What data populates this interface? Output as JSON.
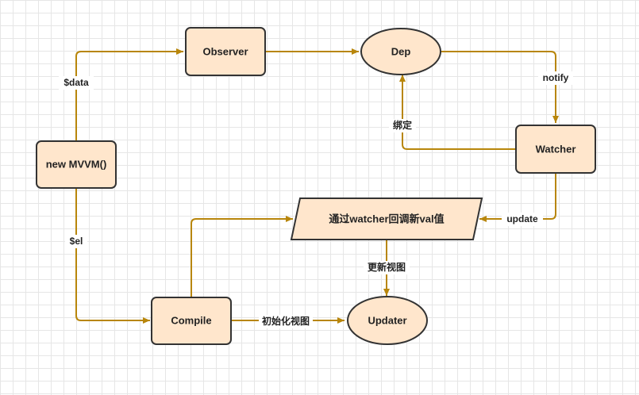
{
  "colors": {
    "node_fill": "#ffe6cc",
    "node_stroke": "#333333",
    "edge": "#b8860b"
  },
  "nodes": {
    "observer": "Observer",
    "dep": "Dep",
    "watcher": "Watcher",
    "mvvm": "new MVVM()",
    "update_box": "通过watcher回调新val值",
    "compile": "Compile",
    "updater": "Updater"
  },
  "edge_labels": {
    "data": "$data",
    "notify": "notify",
    "bind": "绑定",
    "el": "$el",
    "update": "update",
    "refresh_view": "更新视图",
    "init_view": "初始化视图"
  }
}
